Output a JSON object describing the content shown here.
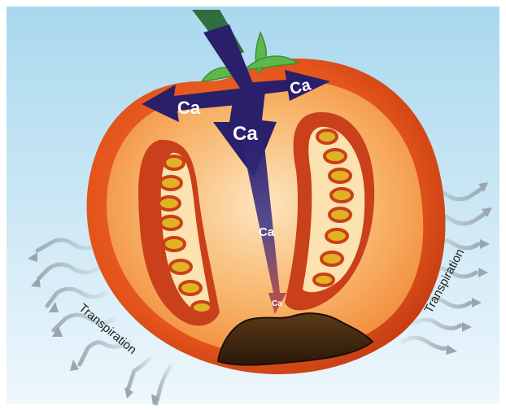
{
  "labels": {
    "ca_left": "Ca",
    "ca_right": "Ca",
    "ca_center": "Ca",
    "ca_mid": "Ca",
    "ca_small": "Ca",
    "transpiration_left": "Transpiration",
    "transpiration_right": "Transpiration"
  },
  "colors": {
    "sky_top": "#a9d8ee",
    "sky_bottom": "#eef7fc",
    "tomato_skin": "#e4541b",
    "flesh": "#f7b469",
    "locule_gel": "#fbe2ae",
    "seed": "#e0b324",
    "calcium_arrow": "#2a1f6b",
    "stem": "#2f6e3f",
    "leaf": "#5cb84a",
    "rot": "#3a2410",
    "vapor": "#9aa6ad"
  }
}
